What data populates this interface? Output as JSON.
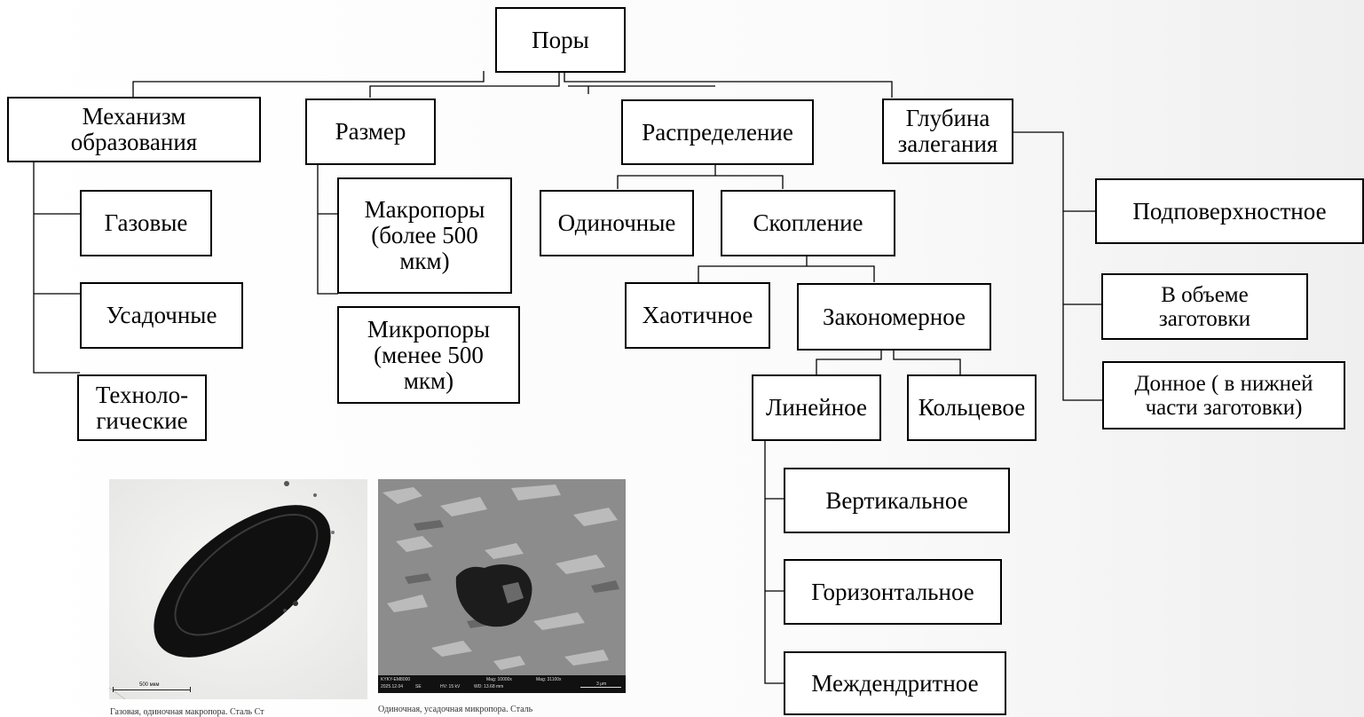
{
  "nodes": {
    "root": "Поры",
    "mechanism": "Механизм\nобразования",
    "size": "Размер",
    "distribution": "Распределение",
    "depth": "Глубина\nзалегания",
    "gas": "Газовые",
    "shrink": "Усадочные",
    "tech": "Техноло-\nгические",
    "macro": "Макропоры\n(более 500\nмкм)",
    "micro": "Микропоры\n(менее 500\nмкм)",
    "single": "Одиночные",
    "cluster": "Скопление",
    "chaotic": "Хаотичное",
    "regular": "Закономерное",
    "linear": "Линейное",
    "ring": "Кольцевое",
    "vertical": "Вертикальное",
    "horizontal": "Горизонтальное",
    "interdendritic": "Междендритное",
    "subsurface": "Подповерхностное",
    "volume": "В объеме\nзаготовки",
    "bottom": "Донное ( в нижней\nчасти заготовки)"
  },
  "photos": {
    "optical": {
      "scale_label": "500 мкм",
      "caption": "Газовая, одиночная макропора. Сталь Ст"
    },
    "sem": {
      "caption": "Одиночная, усадочная микропора. Сталь",
      "info_model": "KYKY-EM8000",
      "info_date": "2025.12.04",
      "info_mode": "SE",
      "info_hv": "HV: 15 kV",
      "info_wd": "WD: 13.68 mm",
      "info_mag1": "Mag: 10000x",
      "info_mag2": "Mag: 31100x",
      "info_scale": "3 μm"
    }
  },
  "colors": {
    "border": "#000000",
    "box_fill": "#ffffff",
    "line": "#000000"
  }
}
